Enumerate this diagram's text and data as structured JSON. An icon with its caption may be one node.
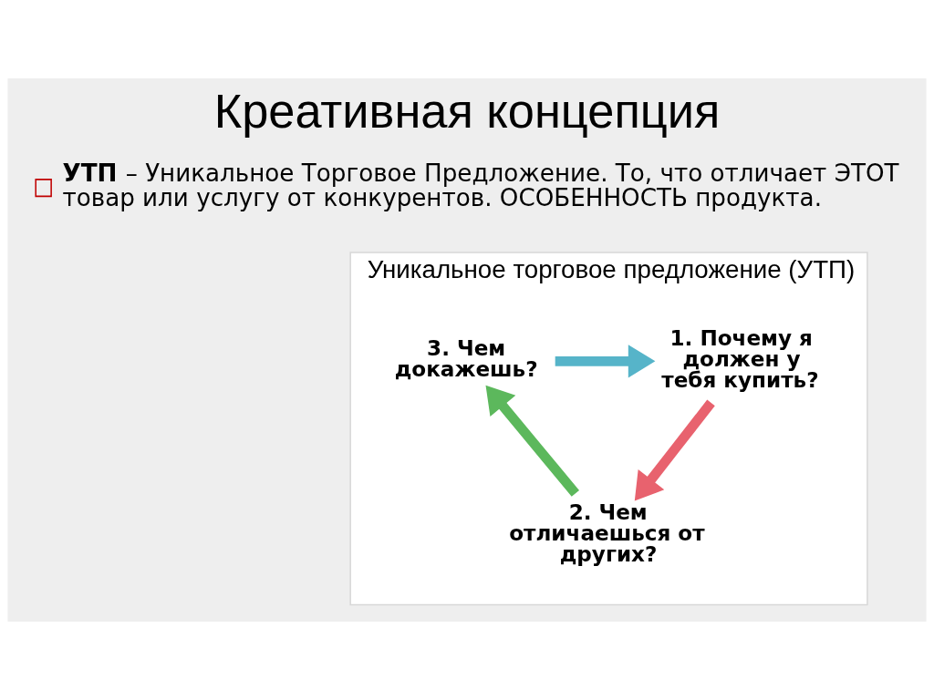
{
  "diagram": {
    "title": "Креативная концепция",
    "nodes": [
      {
        "text": [
          "Уникальное торговое предложение (УТП)"
        ]
      },
      {
        "text": [
          "3. Чем докажешь?"
        ],
        "in": 0
      },
      {
        "text": [
          "1. Почему я должен у тебя купить?"
        ],
        "in": 0
      },
      {
        "text": [
          "2. Чем отличаешься от других?"
        ],
        "in": 0
      }
    ],
    "edges": [
      {
        "from": 1,
        "to": 2,
        "arrow": "to",
        "color": "#56b4c9"
      },
      {
        "from": 2,
        "to": 3,
        "arrow": "to",
        "color": "#e8626e"
      },
      {
        "from": 3,
        "to": 1,
        "arrow": "to",
        "color": "#5cb85c"
      }
    ],
    "labels": [
      "**УТП** – Уникальное Торговое Предложение. То, что отличает ЭТОТ товар или услугу от конкурентов. ОСОБЕННОСТЬ продукта."
    ]
  }
}
